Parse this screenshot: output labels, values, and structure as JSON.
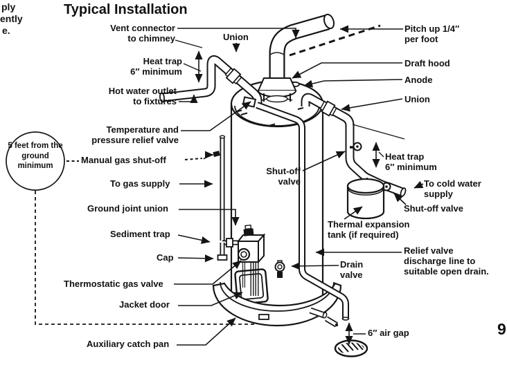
{
  "page": {
    "title": "Typical Installation",
    "page_number": "9",
    "left_margin_fragments": [
      "ply",
      "ently",
      "e."
    ]
  },
  "callout_circle": {
    "text": "5 feet\nfrom the\nground\nminimum"
  },
  "labels": {
    "vent_connector": "Vent connector\nto chimney",
    "union_top": "Union",
    "pitch_up": "Pitch up 1/4″\nper foot",
    "draft_hood": "Draft hood",
    "anode": "Anode",
    "union_right": "Union",
    "heat_trap_left": "Heat trap\n6″ minimum",
    "hot_water_outlet": "Hot water outlet\nto fixtures",
    "temp_pressure_relief": "Temperature and\npressure relief valve",
    "manual_gas_shutoff": "Manual gas shut-off",
    "to_gas_supply": "To gas supply",
    "ground_joint_union": "Ground joint union",
    "sediment_trap": "Sediment trap",
    "cap": "Cap",
    "thermostatic_gas_valve": "Thermostatic gas valve",
    "jacket_door": "Jacket door",
    "aux_catch_pan": "Auxiliary catch pan",
    "shutoff_center": "Shut-off\nvalve",
    "heat_trap_right": "Heat trap\n6″ minimum",
    "to_cold_water": "To cold water\nsupply",
    "shutoff_right": "Shut-off valve",
    "thermal_expansion": "Thermal expansion\ntank (if required)",
    "relief_discharge": "Relief valve\ndischarge line to\nsuitable open drain.",
    "drain_valve": "Drain\nvalve",
    "air_gap": "6″ air gap"
  },
  "colors": {
    "ink": "#151515",
    "paper": "#ffffff"
  }
}
